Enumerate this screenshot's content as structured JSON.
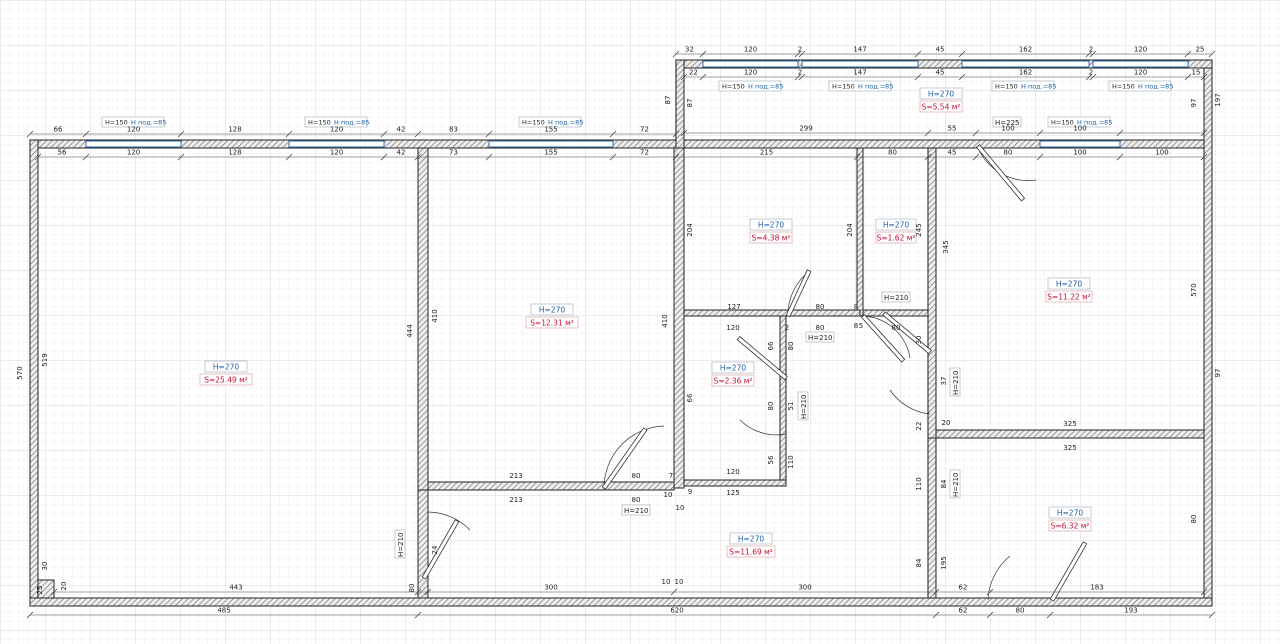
{
  "rooms": [
    {
      "id": "living",
      "h": "H=270",
      "s": "S=25.49 м²"
    },
    {
      "id": "bedroom",
      "h": "H=270",
      "s": "S=12.31 м²"
    },
    {
      "id": "kitchen-a",
      "h": "H=270",
      "s": "S=4.38 м²"
    },
    {
      "id": "wc",
      "h": "H=270",
      "s": "S=1.62 м²"
    },
    {
      "id": "room-right",
      "h": "H=270",
      "s": "S=11.22 м²"
    },
    {
      "id": "bath",
      "h": "H=270",
      "s": "S=2.36 м²"
    },
    {
      "id": "hall",
      "h": "H=270",
      "s": "S=11.69 м²"
    },
    {
      "id": "room-small",
      "h": "H=270",
      "s": "S=6.32 м²"
    },
    {
      "id": "balcony",
      "h": "H=270",
      "s": "S=5.54 м²"
    }
  ],
  "windows": [
    {
      "h": "H=150",
      "p": "Н под.=85"
    },
    {
      "h": "H=150",
      "p": "Н под.=85"
    },
    {
      "h": "H=150",
      "p": "Н под.=85"
    },
    {
      "h": "H=150",
      "p": "Н под.=85"
    },
    {
      "h": "H=150",
      "p": "Н под.=85"
    },
    {
      "h": "H=150",
      "p": "Н под.=85"
    },
    {
      "h": "H=150",
      "p": "Н под.=85"
    },
    {
      "h": "H=150",
      "p": "Н под.=85"
    }
  ],
  "doors": [
    "H=210",
    "H=210",
    "H=210",
    "H=210",
    "H=210",
    "H=210",
    "H=210",
    "H=225"
  ],
  "dims": {
    "top_outer": [
      "66",
      "120",
      "128",
      "120",
      "42",
      "83",
      "155",
      "72"
    ],
    "top_inner": [
      "56",
      "120",
      "128",
      "120",
      "42",
      "73",
      "155",
      "72",
      "215",
      "80",
      "45",
      "80",
      "100",
      "100"
    ],
    "balcony_top": [
      "32",
      "120",
      "2",
      "147",
      "45",
      "162",
      "2",
      "120",
      "25"
    ],
    "balcony_inner": [
      "22",
      "120",
      "2",
      "147",
      "45",
      "162",
      "2",
      "120",
      "15"
    ],
    "balcony_mid": [
      "299",
      "55",
      "100",
      "100"
    ],
    "bottom_inner": [
      "443",
      "300",
      "300",
      "62",
      "183"
    ],
    "bottom_outer": [
      "485",
      "620",
      "62",
      "80",
      "193"
    ],
    "vertical": [
      "570",
      "519",
      "444",
      "410",
      "410",
      "204",
      "204",
      "245",
      "345",
      "570",
      "97",
      "87",
      "87",
      "97",
      "197",
      "66",
      "66",
      "80",
      "80",
      "51",
      "56",
      "110",
      "110",
      "84",
      "84",
      "195",
      "80",
      "37",
      "30",
      "22",
      "30",
      "20",
      "25",
      "80",
      "24"
    ],
    "inner_misc": [
      "127",
      "80",
      "8",
      "8",
      "5",
      "120",
      "2",
      "80",
      "80",
      "213",
      "80",
      "7",
      "213",
      "80",
      "10",
      "10",
      "9",
      "125",
      "120",
      "325",
      "325",
      "20",
      "10",
      "10"
    ]
  }
}
